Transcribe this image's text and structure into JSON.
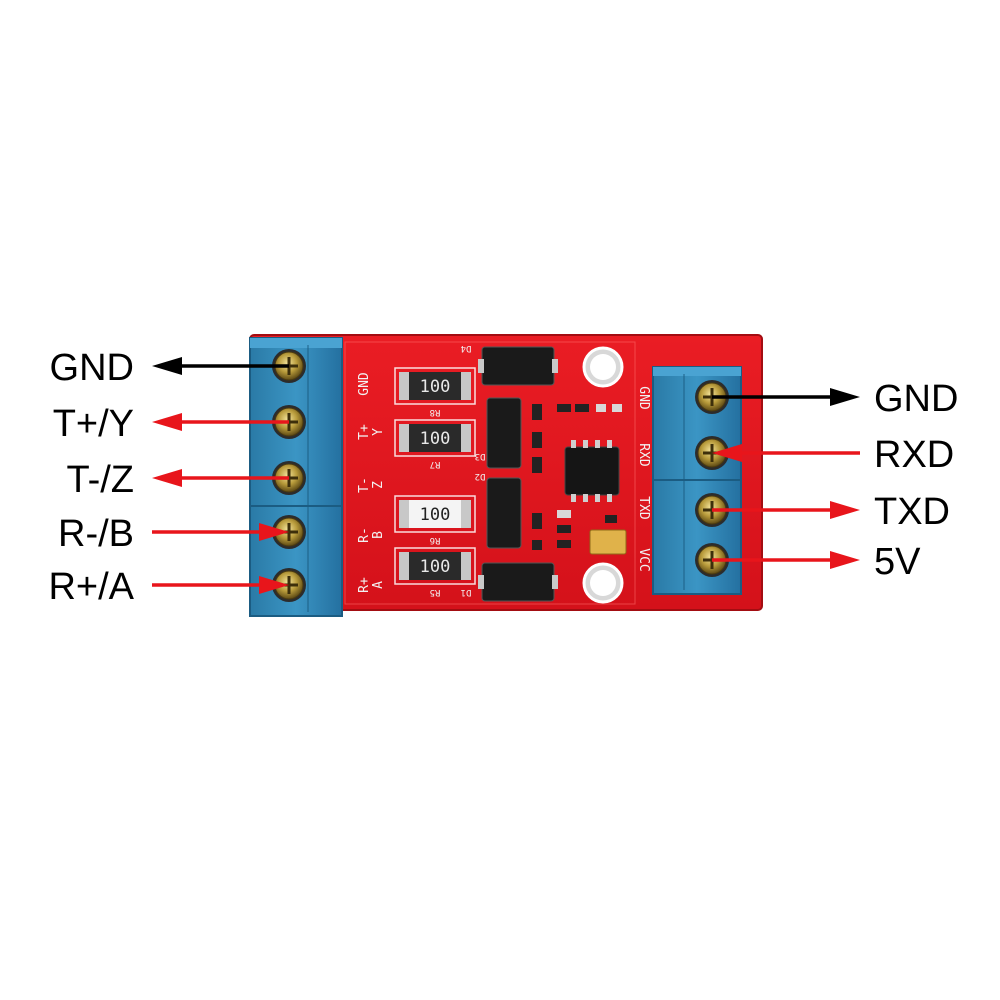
{
  "left_pins": [
    {
      "label": "GND",
      "arrow": "output",
      "color": "#000000"
    },
    {
      "label": "T+/Y",
      "arrow": "output",
      "color": "#e8151b"
    },
    {
      "label": "T-/Z",
      "arrow": "output",
      "color": "#e8151b"
    },
    {
      "label": "R-/B",
      "arrow": "input",
      "color": "#e8151b"
    },
    {
      "label": "R+/A",
      "arrow": "input",
      "color": "#e8151b"
    }
  ],
  "right_pins": [
    {
      "label": "GND",
      "arrow": "output",
      "color": "#000000"
    },
    {
      "label": "RXD",
      "arrow": "input",
      "color": "#e8151b"
    },
    {
      "label": "TXD",
      "arrow": "output",
      "color": "#e8151b"
    },
    {
      "label": "5V",
      "arrow": "output",
      "color": "#e8151b"
    }
  ],
  "board": {
    "pcb_color": "#e1141c",
    "terminal_color": "#2f86b3",
    "left_silkscreen": [
      "GND",
      "T+\nY",
      "T-\nZ",
      "R-\nB",
      "R+\nA"
    ],
    "right_silkscreen": [
      "GND",
      "RXD",
      "TXD",
      "VCC"
    ],
    "resistors": [
      {
        "value": "100",
        "ref": "R8"
      },
      {
        "value": "100",
        "ref": "R7"
      },
      {
        "value": "100",
        "ref": "R6"
      },
      {
        "value": "100",
        "ref": "R5"
      }
    ],
    "diode_refs": [
      "D4",
      "D3",
      "D2",
      "D1"
    ]
  }
}
